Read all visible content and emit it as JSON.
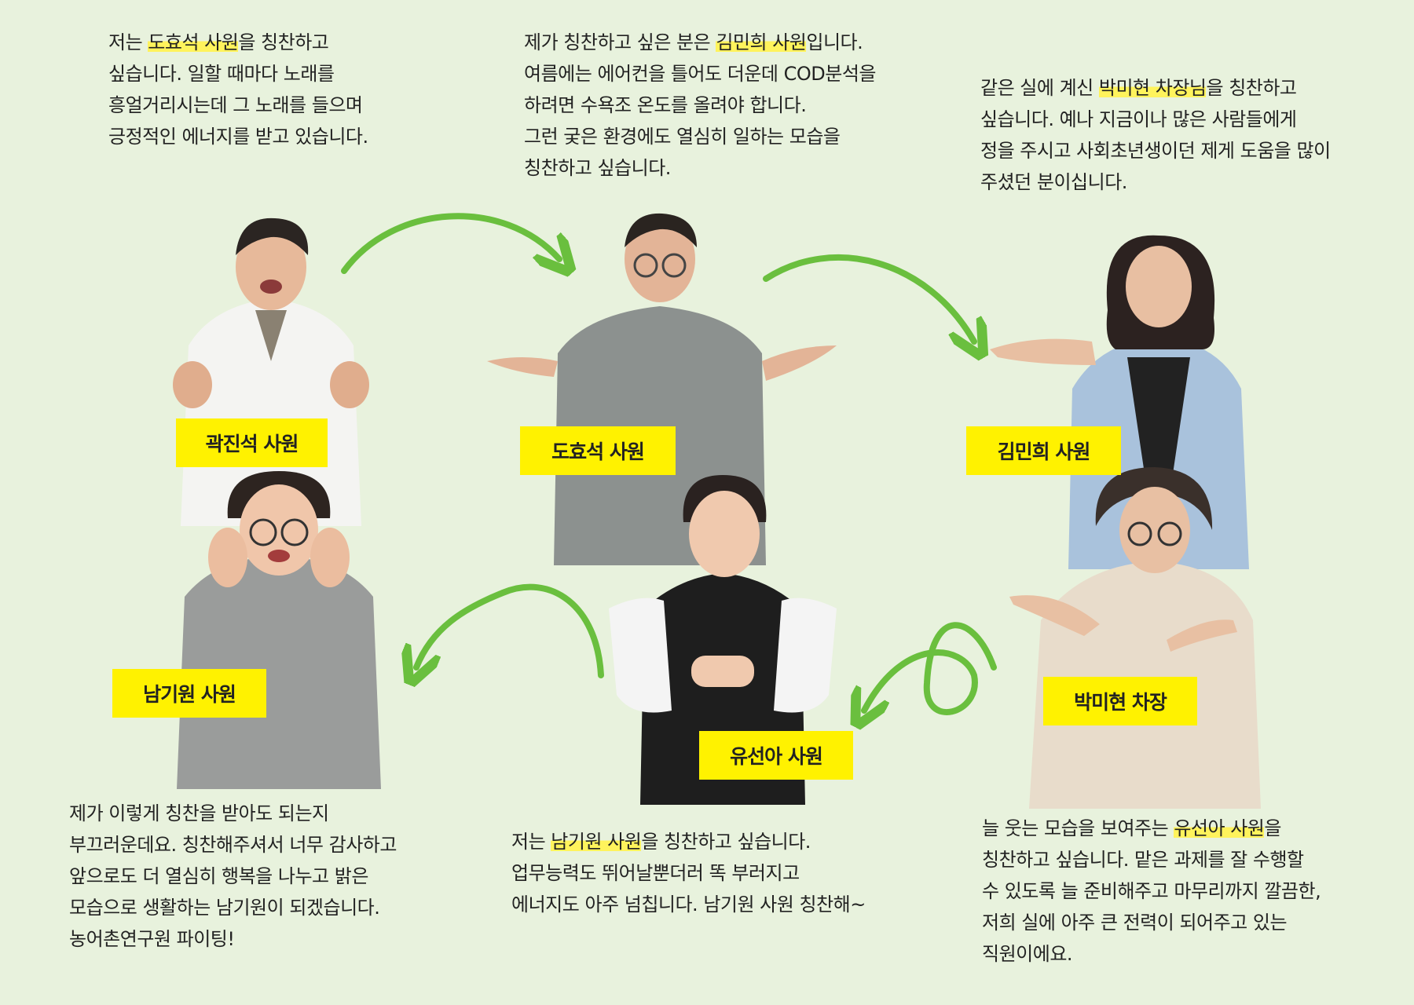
{
  "colors": {
    "background": "#e8f2dd",
    "label": "#fff200",
    "highlight": "#fff35c",
    "arrow": "#6abf3e"
  },
  "people": [
    {
      "name": "곽진석 사원",
      "quote": {
        "pre": "저는 ",
        "highlight": "도효석 사원",
        "post": "을 칭찬하고\n싶습니다. 일할 때마다 노래를\n흥얼거리시는데 그 노래를 들으며\n긍정적인 에너지를 받고 있습니다."
      }
    },
    {
      "name": "도효석 사원",
      "quote": {
        "pre": "제가 칭찬하고 싶은 분은 ",
        "highlight": "김민희 사원",
        "post": "입니다.\n여름에는 에어컨을 틀어도 더운데 COD분석을\n하려면 수욕조 온도를 올려야 합니다.\n그런 궂은 환경에도 열심히 일하는 모습을\n칭찬하고 싶습니다."
      }
    },
    {
      "name": "김민희 사원",
      "quote": {
        "pre": "같은 실에 계신 ",
        "highlight": "박미현 차장님",
        "post": "을 칭찬하고\n싶습니다. 예나 지금이나 많은 사람들에게\n정을 주시고 사회초년생이던 제게 도움을 많이\n주셨던 분이십니다."
      }
    },
    {
      "name": "박미현 차장",
      "quote": {
        "pre": "늘 웃는 모습을 보여주는 ",
        "highlight": "유선아 사원",
        "post": "을\n칭찬하고 싶습니다. 맡은 과제를 잘 수행할\n수 있도록 늘 준비해주고 마무리까지 깔끔한,\n저희 실에 아주 큰 전력이 되어주고 있는\n직원이에요."
      }
    },
    {
      "name": "유선아 사원",
      "quote": {
        "pre": "저는 ",
        "highlight": "남기원 사원",
        "post": "을 칭찬하고 싶습니다.\n업무능력도 뛰어날뿐더러 똑 부러지고\n에너지도 아주 넘칩니다. 남기원 사원 칭찬해~"
      }
    },
    {
      "name": "남기원 사원",
      "quote": {
        "pre": "",
        "highlight": "",
        "post": "제가 이렇게 칭찬을 받아도 되는지\n부끄러운데요. 칭찬해주셔서 너무 감사하고\n앞으로도 더 열심히 행복을 나누고 밝은\n모습으로 생활하는 남기원이 되겠습니다.\n농어촌연구원 파이팅!"
      }
    }
  ]
}
